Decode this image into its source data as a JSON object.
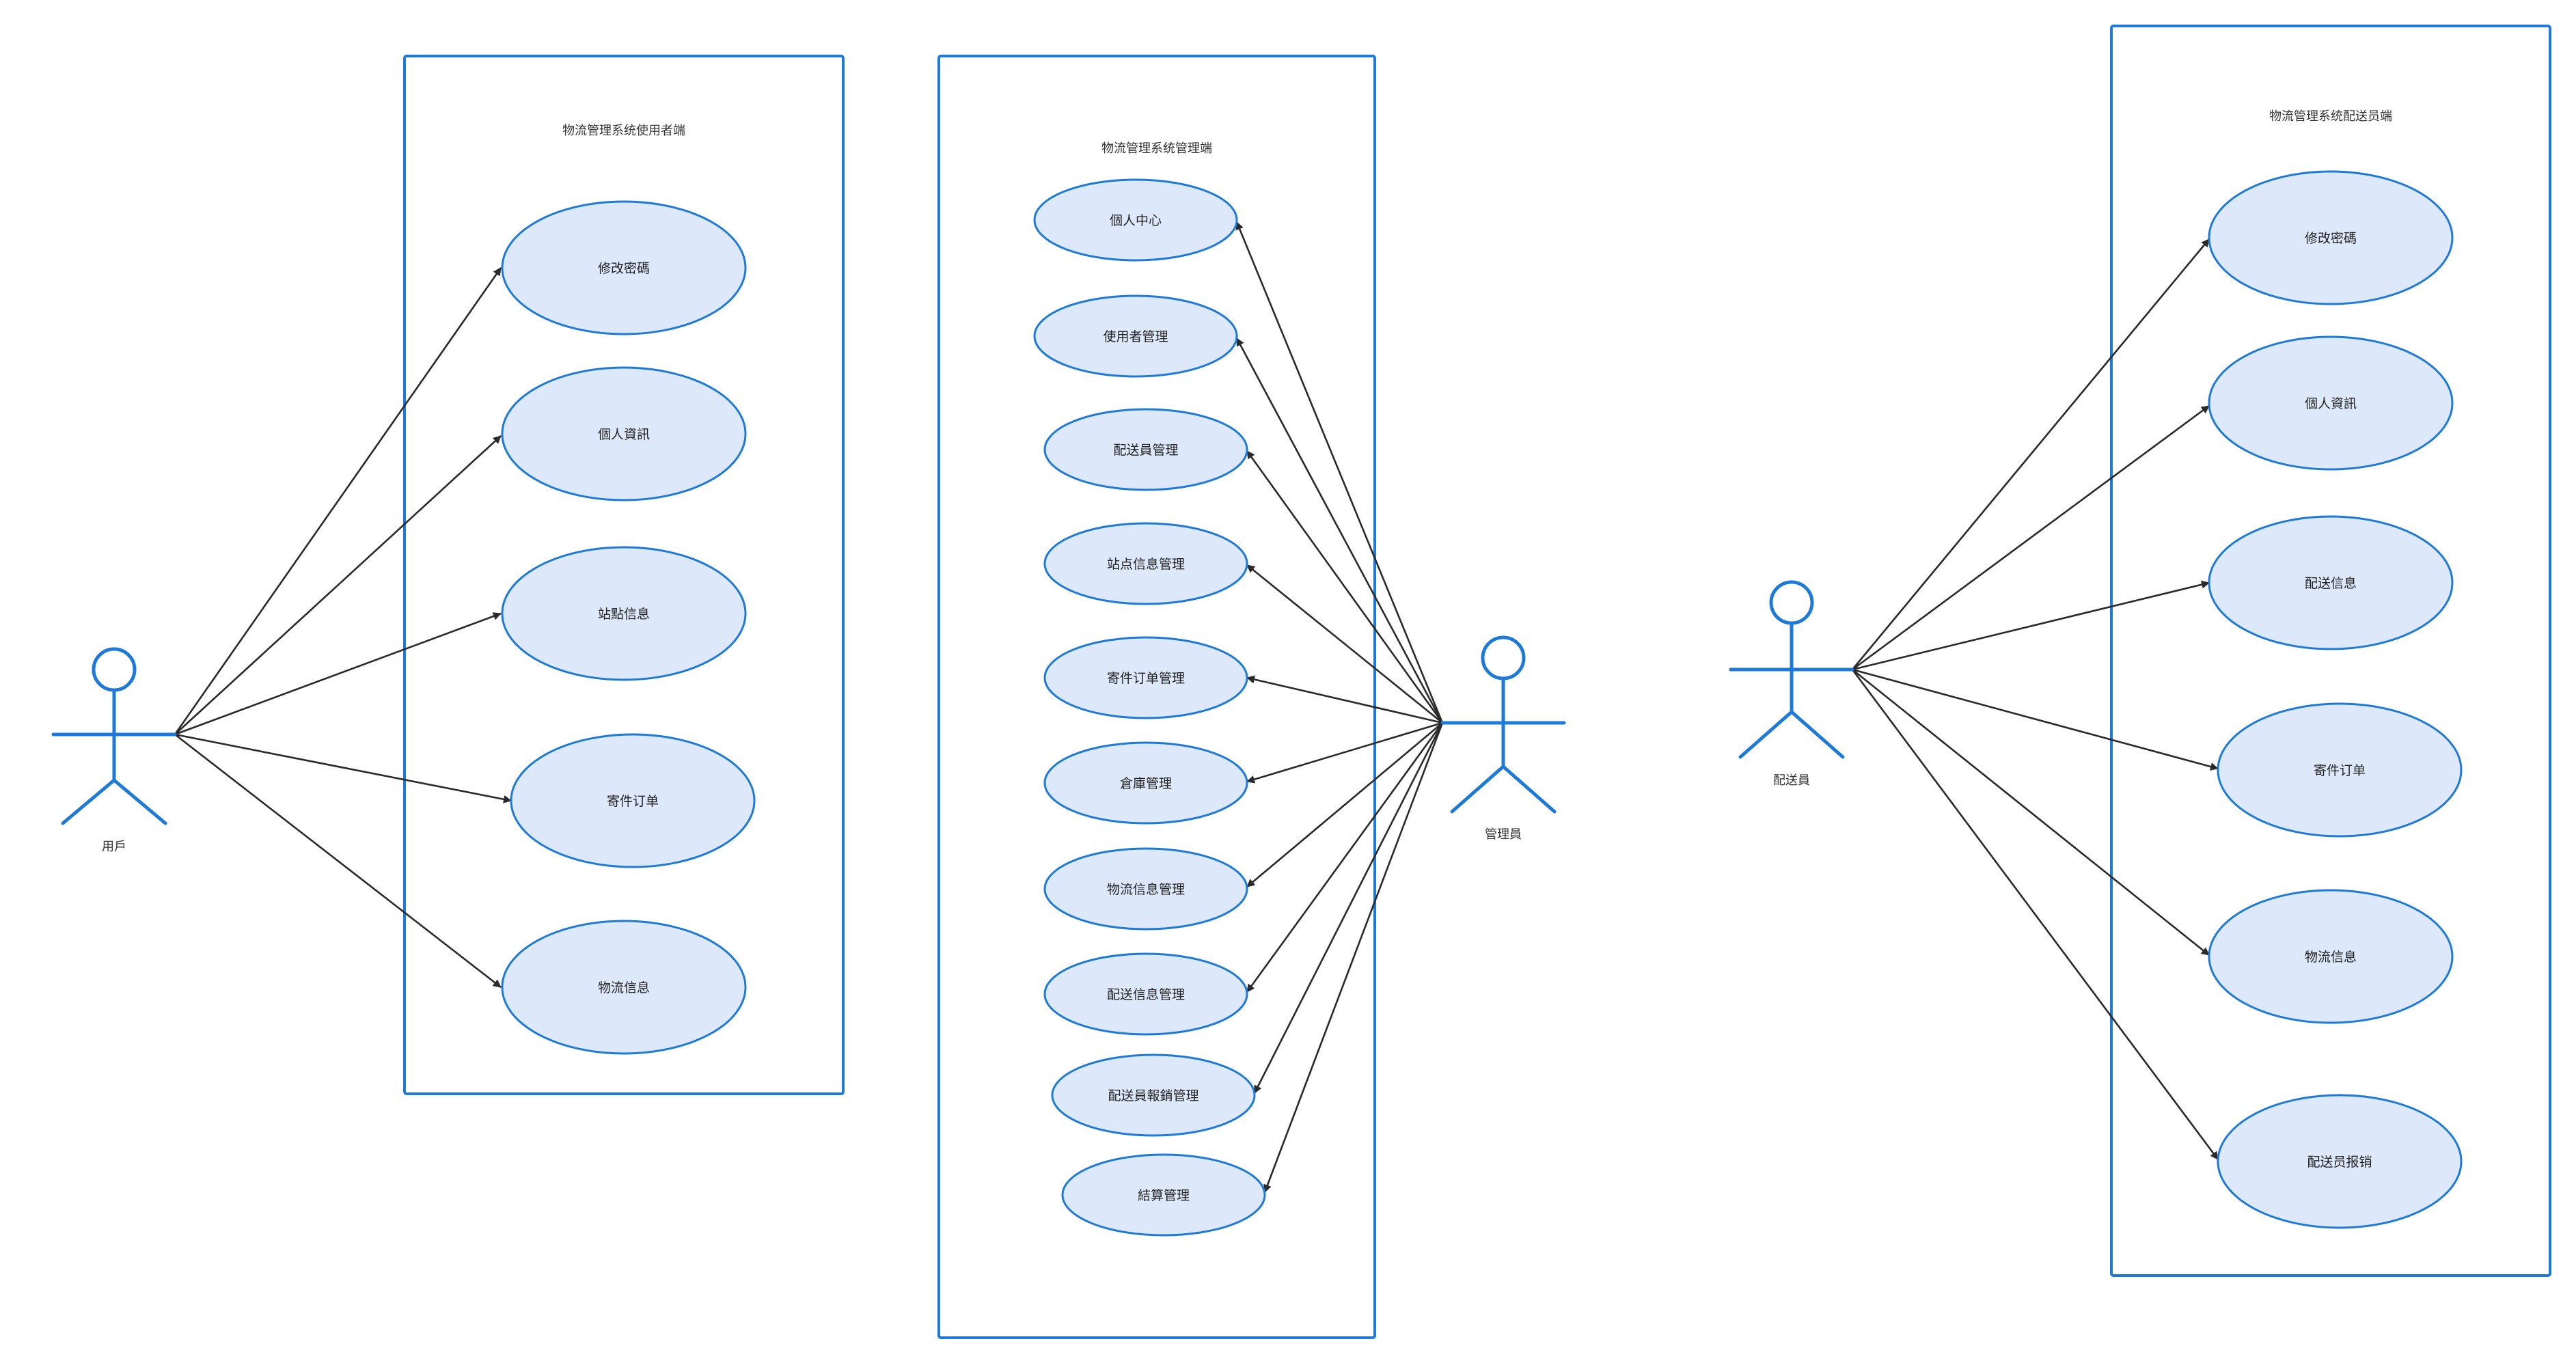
{
  "colors": {
    "frame": "#1e7ad8",
    "actor": "#1e7ad8",
    "usecase_fill": "#dde9fb",
    "usecase_stroke": "#1e7ad8",
    "arrow": "#2a2a2a"
  },
  "boundaries": [
    {
      "id": "user-side",
      "title": "物流管理系统使用者端"
    },
    {
      "id": "admin-side",
      "title": "物流管理系统管理端"
    },
    {
      "id": "courier-side",
      "title": "物流管理系统配送员端"
    }
  ],
  "actors": [
    {
      "id": "user",
      "label": "用戶"
    },
    {
      "id": "admin",
      "label": "管理員"
    },
    {
      "id": "courier",
      "label": "配送員"
    }
  ],
  "use_cases": {
    "user-side": [
      "修改密碼",
      "個人資訊",
      "站點信息",
      "寄件订单",
      "物流信息"
    ],
    "admin-side": [
      "個人中心",
      "使用者管理",
      "配送員管理",
      "站点信息管理",
      "寄件订单管理",
      "倉庫管理",
      "物流信息管理",
      "配送信息管理",
      "配送員報銷管理",
      "結算管理"
    ],
    "courier-side": [
      "修改密碼",
      "個人資訊",
      "配送信息",
      "寄件订单",
      "物流信息",
      "配送员报销"
    ]
  }
}
